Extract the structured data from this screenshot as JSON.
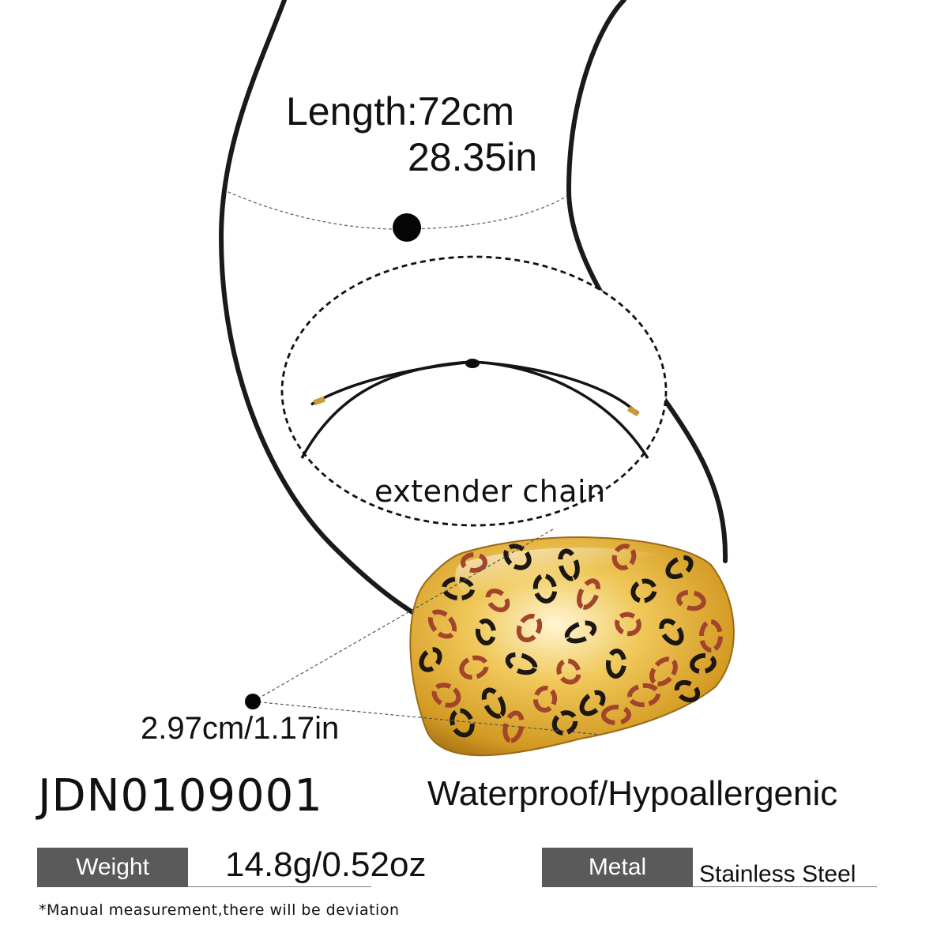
{
  "length": {
    "cm": "Length:72cm",
    "inch": "28.35in"
  },
  "extender_label": "extender chain",
  "pendant_size": "2.97cm/1.17in",
  "sku": "JDN0109001",
  "features": "Waterproof/Hypoallergenic",
  "specs": {
    "weight_label": "Weight",
    "weight_value": "14.8g/0.52oz",
    "metal_label": "Metal",
    "metal_value": "Stainless Steel"
  },
  "note": "*Manual measurement,there will be deviation",
  "colors": {
    "gold": "#d9a52e",
    "spot_brown": "#a2452c",
    "spot_black": "#1c1712",
    "label_bg": "#5a5a5a",
    "cord": "#1a1a1a"
  }
}
